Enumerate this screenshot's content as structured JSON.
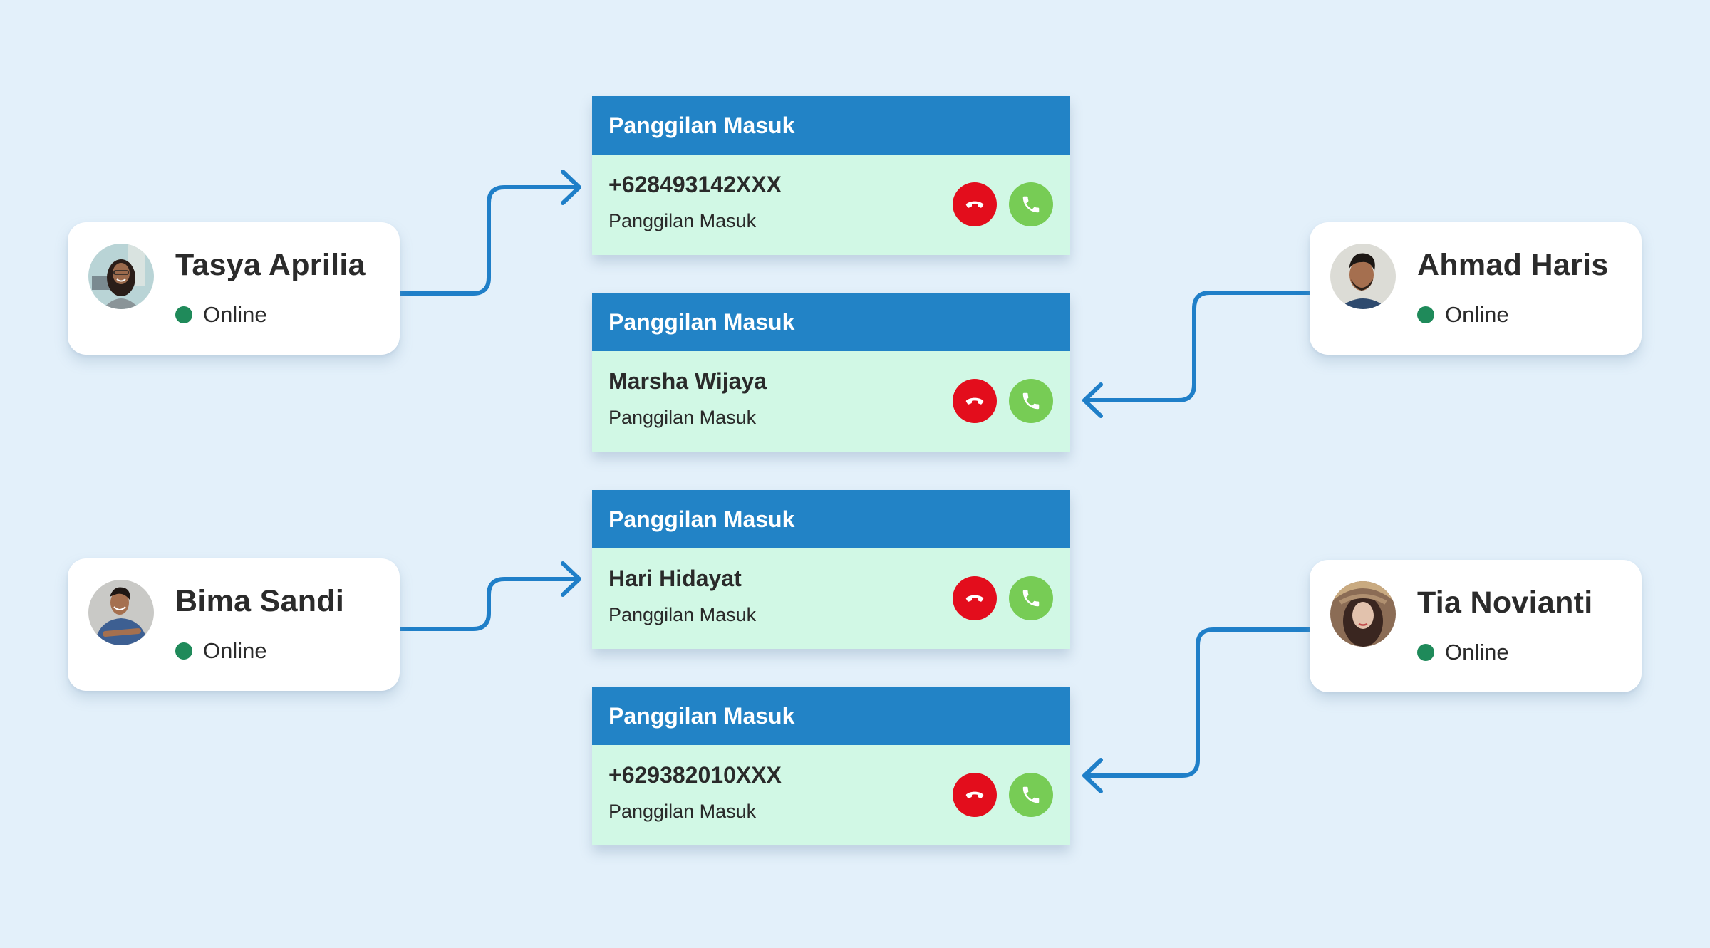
{
  "colors": {
    "background": "#e3f0fa",
    "header_blue": "#2283c6",
    "card_body_mint": "#d1f8e5",
    "arrow_blue": "#1f7fc8",
    "decline_red": "#e30d1c",
    "accept_green": "#77cc55",
    "online_green": "#1f8a5a"
  },
  "contacts": [
    {
      "name": "Tasya Aprilia",
      "status": "Online",
      "avatar": "avatar-woman-glasses",
      "side": "left"
    },
    {
      "name": "Ahmad Haris",
      "status": "Online",
      "avatar": "avatar-man-beard",
      "side": "right"
    },
    {
      "name": "Bima Sandi",
      "status": "Online",
      "avatar": "avatar-man-blue-shirt",
      "side": "left"
    },
    {
      "name": "Tia Novianti",
      "status": "Online",
      "avatar": "avatar-woman-hat",
      "side": "right"
    }
  ],
  "calls": [
    {
      "header": "Panggilan Masuk",
      "caller": "+628493142XXX",
      "subtitle": "Panggilan Masuk",
      "decline_icon": "phone-hangup-icon",
      "accept_icon": "phone-icon"
    },
    {
      "header": "Panggilan Masuk",
      "caller": "Marsha Wijaya",
      "subtitle": "Panggilan Masuk",
      "decline_icon": "phone-hangup-icon",
      "accept_icon": "phone-icon"
    },
    {
      "header": "Panggilan Masuk",
      "caller": "Hari Hidayat",
      "subtitle": "Panggilan Masuk",
      "decline_icon": "phone-hangup-icon",
      "accept_icon": "phone-icon"
    },
    {
      "header": "Panggilan Masuk",
      "caller": "+629382010XXX",
      "subtitle": "Panggilan Masuk",
      "decline_icon": "phone-hangup-icon",
      "accept_icon": "phone-icon"
    }
  ],
  "connections": [
    {
      "from": "Tasya Aprilia",
      "to_call": 0,
      "direction": "right"
    },
    {
      "from": "Ahmad Haris",
      "to_call": 1,
      "direction": "left"
    },
    {
      "from": "Bima Sandi",
      "to_call": 2,
      "direction": "right"
    },
    {
      "from": "Tia Novianti",
      "to_call": 3,
      "direction": "left"
    }
  ]
}
